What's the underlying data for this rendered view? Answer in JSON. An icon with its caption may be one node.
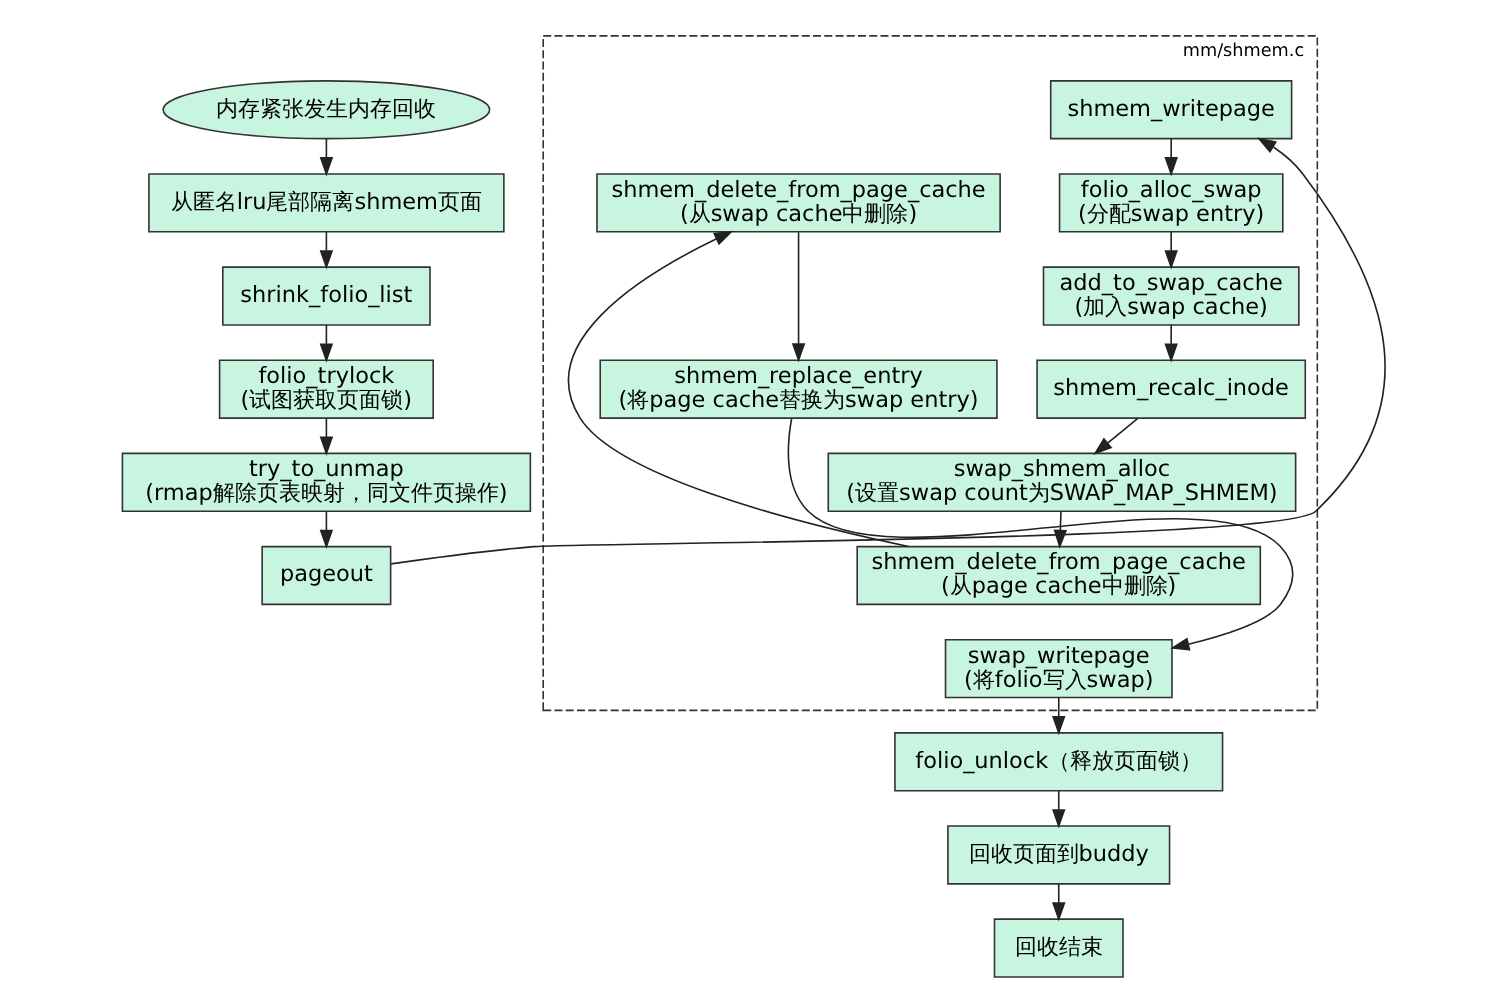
{
  "diagram": {
    "nodes": [
      {
        "text": [
          "内存紧张发生内存回收"
        ]
      },
      {
        "text": [
          "从匿名lru尾部隔离shmem页面"
        ]
      },
      {
        "text": [
          "shrink_folio_list"
        ]
      },
      {
        "text": [
          "folio_trylock (试图获取页面锁)"
        ]
      },
      {
        "text": [
          "try_to_unmap (rmap解除页表映射，同文件页操作)"
        ]
      },
      {
        "text": [
          "pageout"
        ]
      },
      {
        "text": [
          "mm/shmem.c"
        ]
      },
      {
        "text": [
          "shmem_writepage"
        ],
        "in": 6
      },
      {
        "text": [
          "folio_alloc_swap (分配swap entry)"
        ],
        "in": 6
      },
      {
        "text": [
          "add_to_swap_cache (加入swap cache)"
        ],
        "in": 6
      },
      {
        "text": [
          "shmem_recalc_inode"
        ],
        "in": 6
      },
      {
        "text": [
          "swap_shmem_alloc (设置swap count为SWAP_MAP_SHMEM)"
        ],
        "in": 6
      },
      {
        "text": [
          "shmem_delete_from_page_cache (从page cache中删除)"
        ],
        "in": 6
      },
      {
        "text": [
          "swap_writepage (将folio写入swap)"
        ],
        "in": 6
      },
      {
        "text": [
          "shmem_delete_from_page_cache (从swap cache中删除)"
        ],
        "in": 6
      },
      {
        "text": [
          "shmem_replace_entry (将page cache替换为swap entry)"
        ],
        "in": 6
      },
      {
        "text": [
          "folio_unlock（释放页面锁）"
        ]
      },
      {
        "text": [
          "回收页面到buddy"
        ]
      },
      {
        "text": [
          "回收结束"
        ]
      }
    ],
    "edges": [
      {
        "from": 0,
        "to": 1,
        "arrow": "to"
      },
      {
        "from": 1,
        "to": 2,
        "arrow": "to"
      },
      {
        "from": 2,
        "to": 3,
        "arrow": "to"
      },
      {
        "from": 3,
        "to": 4,
        "arrow": "to"
      },
      {
        "from": 4,
        "to": 5,
        "arrow": "to"
      },
      {
        "from": 5,
        "to": 7,
        "arrow": "to"
      },
      {
        "from": 7,
        "to": 8,
        "arrow": "to"
      },
      {
        "from": 8,
        "to": 9,
        "arrow": "to"
      },
      {
        "from": 9,
        "to": 10,
        "arrow": "to"
      },
      {
        "from": 10,
        "to": 11,
        "arrow": "to"
      },
      {
        "from": 11,
        "to": 12,
        "arrow": "to"
      },
      {
        "from": 12,
        "to": 14,
        "arrow": "to"
      },
      {
        "from": 14,
        "to": 15,
        "arrow": "to"
      },
      {
        "from": 15,
        "to": 13,
        "arrow": "to"
      },
      {
        "from": 13,
        "to": 16,
        "arrow": "to"
      },
      {
        "from": 16,
        "to": 17,
        "arrow": "to"
      },
      {
        "from": 17,
        "to": 18,
        "arrow": "to"
      }
    ]
  }
}
